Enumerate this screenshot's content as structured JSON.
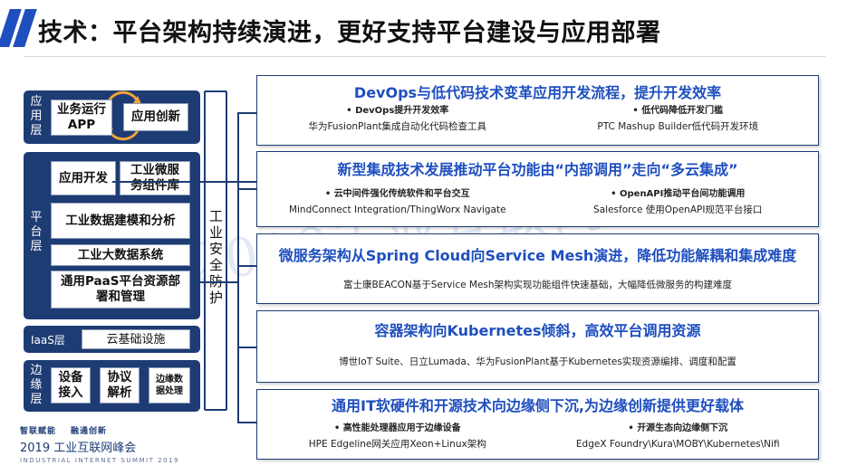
{
  "header": {
    "title": "技术：平台架构持续演进，更好支持平台建设与应用部署",
    "accent_color": "#1f4fbf"
  },
  "watermark": "2019工业互联网峰会",
  "architecture": {
    "application_layer": {
      "label": "应用层",
      "items": [
        "业务运行APP",
        "应用创新"
      ]
    },
    "platform_layer": {
      "label": "平台层",
      "items": [
        "应用开发",
        "工业微服务组件库",
        "工业数据建模和分析",
        "工业大数据系统",
        "通用PaaS平台资源部署和管理"
      ]
    },
    "iaas_layer": {
      "label": "IaaS层",
      "item": "云基础设施"
    },
    "edge_layer": {
      "label": "边缘层",
      "items": [
        "设备接入",
        "协议解析",
        "边缘数据处理"
      ]
    },
    "security_bar": "工业安全防护"
  },
  "cards": [
    {
      "title": "DevOps与低代码技术变革应用开发流程，提升开发效率",
      "left": {
        "bullet": "DevOps提升开发效率",
        "desc": "华为FusionPlant集成自动化代码检查工具"
      },
      "right": {
        "bullet": "低代码降低开发门槛",
        "desc": "PTC Mashup Builder低代码开发环境"
      }
    },
    {
      "title": "新型集成技术发展推动平台功能由“内部调用”走向“多云集成”",
      "left": {
        "bullet": "云中间件强化传统软件和平台交互",
        "desc": "MindConnect Integration/ThingWorx Navigate"
      },
      "right": {
        "bullet": "OpenAPI推动平台间功能调用",
        "desc": "Salesforce 使用OpenAPI规范平台接口"
      }
    },
    {
      "title": "微服务架构从Spring Cloud向Service Mesh演进，降低功能解耦和集成难度",
      "desc": "富士康BEACON基于Service Mesh架构实现功能组件快速基础，大幅降低微服务的构建难度"
    },
    {
      "title": "容器架构向Kubernetes倾斜，高效平台调用资源",
      "desc": "博世IoT Suite、日立Lumada、华为FusionPlant基于Kubernetes实现资源编排、调度和配置"
    },
    {
      "title": "通用IT软硬件和开源技术向边缘侧下沉,为边缘创新提供更好载体",
      "left": {
        "bullet": "高性能处理器应用于边缘设备",
        "desc": "HPE Edgeline网关应用Xeon+Linux架构"
      },
      "right": {
        "bullet": "开源生态向边缘侧下沉",
        "desc": "EdgeX Foundry\\Kura\\MOBY\\Kubernetes\\Nifi"
      }
    }
  ],
  "footer": {
    "tags": [
      "智联赋能",
      "融通创新"
    ],
    "event_name": "2019 工业互联网峰会",
    "event_name_en": "INDUSTRIAL INTERNET SUMMIT 2019"
  }
}
